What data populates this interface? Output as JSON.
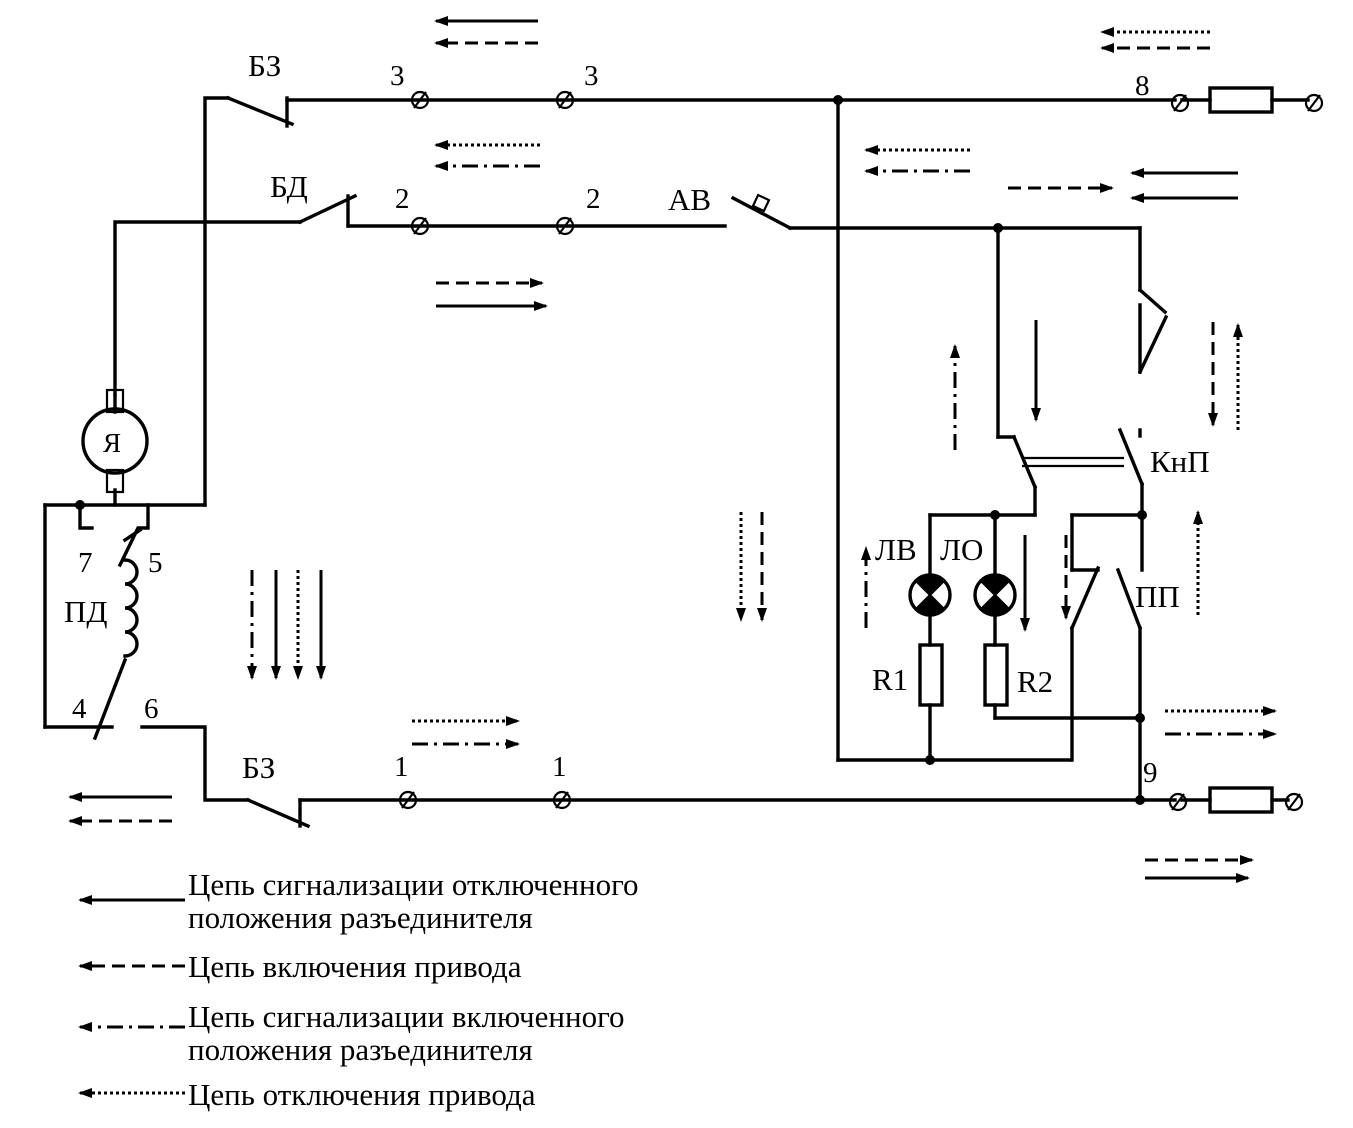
{
  "diagram": {
    "labels": {
      "bz_top": "БЗ",
      "bd": "БД",
      "av": "АВ",
      "ya": "Я",
      "pd": "ПД",
      "bz_bottom": "БЗ",
      "knp": "КнП",
      "pp": "ПП",
      "lv": "ЛВ",
      "lo": "ЛО",
      "r1": "R1",
      "r2": "R2"
    },
    "terminals": {
      "t3_left": "3",
      "t3_right": "3",
      "t2_left": "2",
      "t2_right": "2",
      "t1_left": "1",
      "t1_right": "1",
      "t8": "8",
      "t9": "9",
      "t7": "7",
      "t5": "5",
      "t4": "4",
      "t6": "6"
    }
  },
  "legend": {
    "solid": {
      "line1": "Цепь сигнализации отключенного",
      "line2": "положения разъединителя"
    },
    "dashed": {
      "line1": "Цепь включения привода"
    },
    "dash_dot": {
      "line1": "Цепь сигнализации включенного",
      "line2": "положения разъединителя"
    },
    "dotted": {
      "line1": "Цепь отключения привода"
    }
  }
}
